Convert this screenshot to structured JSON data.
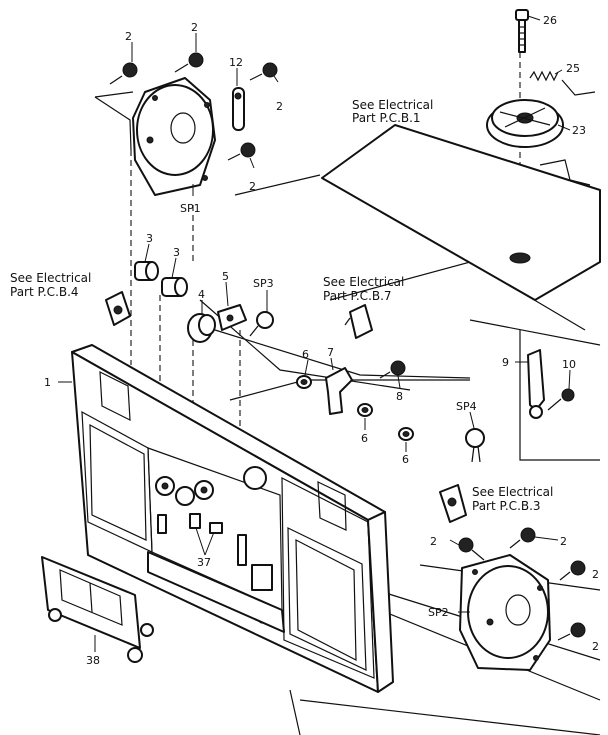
{
  "callouts": {
    "c1": "1",
    "c2a": "2",
    "c2b": "2",
    "c2c": "2",
    "c2d": "2",
    "c2e": "2",
    "c2f": "2",
    "c2g": "2",
    "c2h": "2",
    "c3a": "3",
    "c3b": "3",
    "c4": "4",
    "c5": "5",
    "c6a": "6",
    "c6b": "6",
    "c6c": "6",
    "c7": "7",
    "c8": "8",
    "c9": "9",
    "c10": "10",
    "c12": "12",
    "c23": "23",
    "c25": "25",
    "c26": "26",
    "c37": "37",
    "c38": "38",
    "sp1": "SP1",
    "sp2": "SP2",
    "sp3": "SP3",
    "sp4": "SP4"
  },
  "notes": {
    "pcb1_l1": "See Electrical",
    "pcb1_l2": "Part P.C.B.1",
    "pcb4_l1": "See Electrical",
    "pcb4_l2": "Part P.C.B.4",
    "pcb7_l1": "See Electrical",
    "pcb7_l2": "Part P.C.B.7",
    "pcb3_l1": "See Electrical",
    "pcb3_l2": "Part P.C.B.3"
  }
}
